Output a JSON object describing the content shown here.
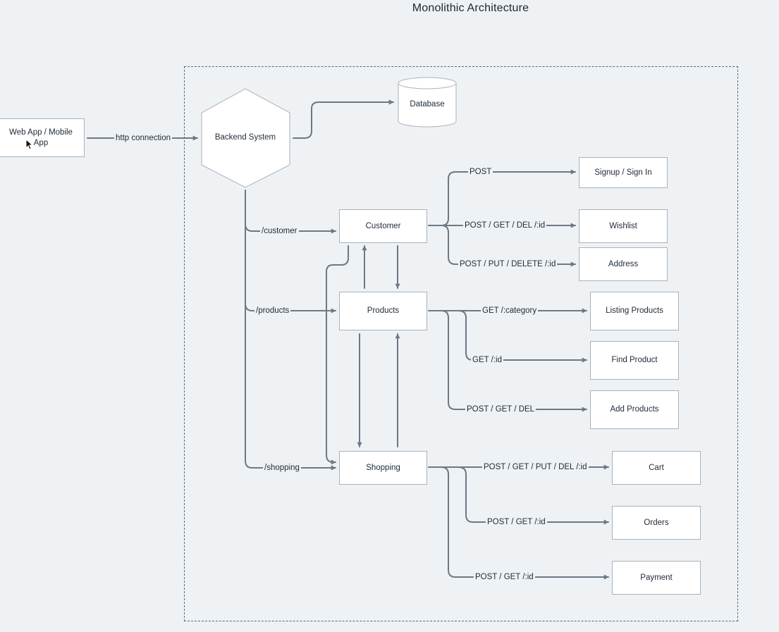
{
  "title": "Monolithic Architecture",
  "nodes": {
    "client": "Web App / Mobile App",
    "backend": "Backend System",
    "database": "Database",
    "customer": "Customer",
    "products": "Products",
    "shopping": "Shopping",
    "signup": "Signup / Sign In",
    "wishlist": "Wishlist",
    "address": "Address",
    "listing": "Listing Products",
    "find": "Find Product",
    "add": "Add Products",
    "cart": "Cart",
    "orders": "Orders",
    "payment": "Payment"
  },
  "edges": {
    "http": "http connection",
    "customer_route": "/customer",
    "products_route": "/products",
    "shopping_route": "/shopping",
    "signup": "POST",
    "wishlist": "POST / GET / DEL /:id",
    "address": "POST / PUT / DELETE /:id",
    "listing": "GET /:category",
    "find": "GET /:id",
    "add": "POST / GET / DEL",
    "cart": "POST / GET / PUT / DEL /:id",
    "orders": "POST / GET /:id",
    "payment": "POST / GET  /:id"
  },
  "colors": {
    "line": "#6c7884",
    "background": "#eef2f5",
    "node_fill": "#ffffff",
    "node_border": "#a9b2bb"
  }
}
